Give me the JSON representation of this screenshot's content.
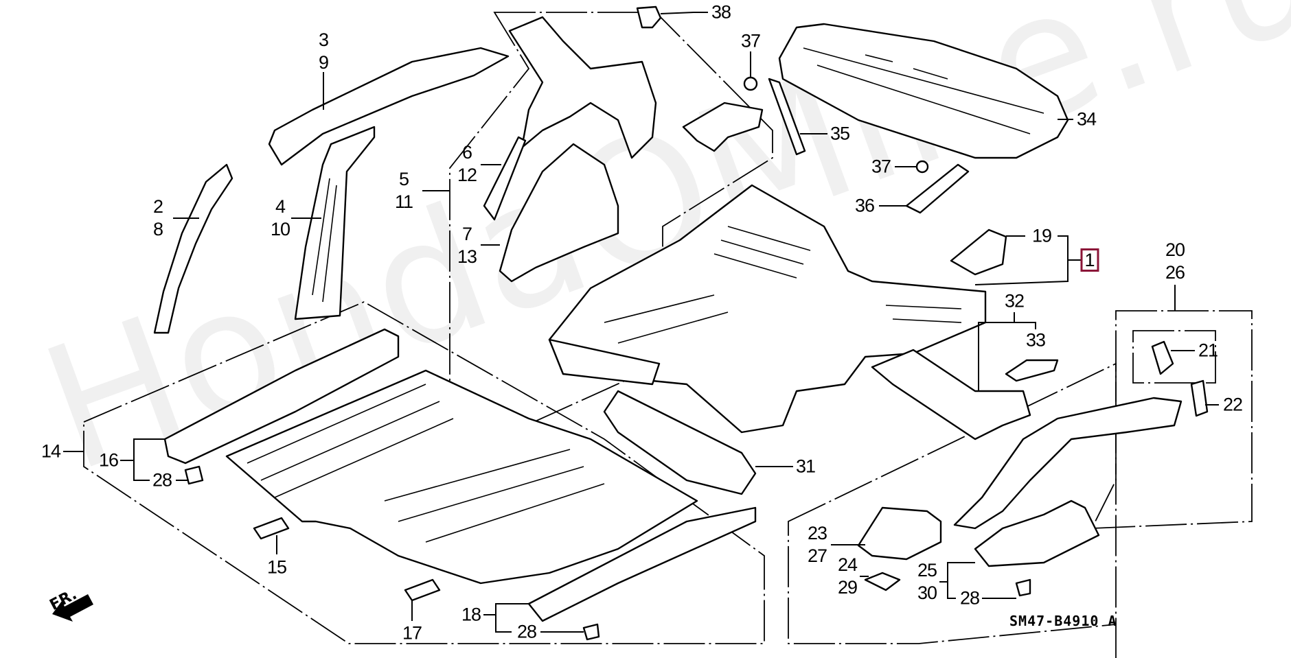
{
  "diagram": {
    "title_code": "SM47-B4910",
    "revision": "A",
    "direction_marker": "FR.",
    "watermark": "HondaOMine.ru",
    "highlight_color": "#8b1538",
    "highlighted_part": "1",
    "callouts": {
      "c1": "1",
      "c2_8": [
        "2",
        "8"
      ],
      "c3_9": [
        "3",
        "9"
      ],
      "c4_10": [
        "4",
        "10"
      ],
      "c5_11": [
        "5",
        "11"
      ],
      "c6_12": [
        "6",
        "12"
      ],
      "c7_13": [
        "7",
        "13"
      ],
      "c14": "14",
      "c15": "15",
      "c16": "16",
      "c17": "17",
      "c18": "18",
      "c19": "19",
      "c20_26": [
        "20",
        "26"
      ],
      "c21": "21",
      "c22": "22",
      "c23_27": [
        "23",
        "27"
      ],
      "c24_29": [
        "24",
        "29"
      ],
      "c25_30": [
        "25",
        "30"
      ],
      "c28_left": "28",
      "c28_bottom": "28",
      "c28_right": "28",
      "c31": "31",
      "c32": "32",
      "c33": "33",
      "c34": "34",
      "c35": "35",
      "c36": "36",
      "c37_top": "37",
      "c37_mid": "37",
      "c38": "38"
    }
  }
}
